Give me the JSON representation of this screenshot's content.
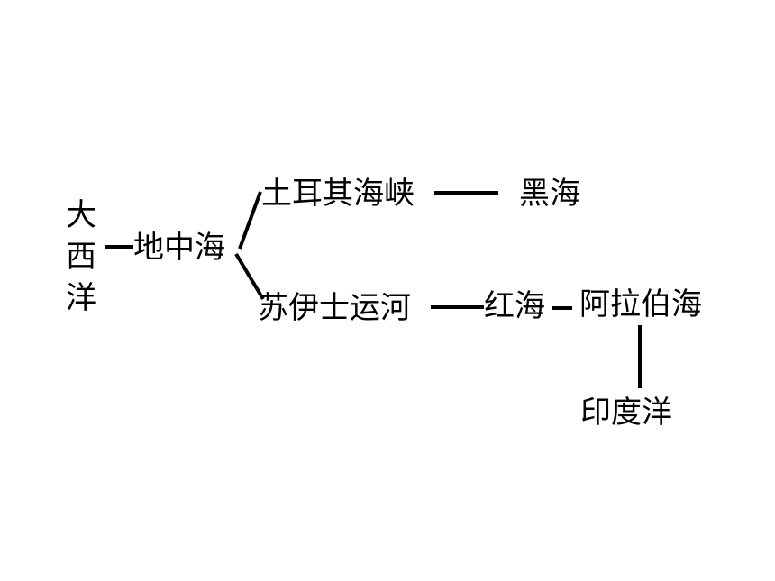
{
  "diagram": {
    "atlantic": [
      "大",
      "西",
      "洋"
    ],
    "mediterranean": "地中海",
    "turkish_straits": "土耳其海峡",
    "black_sea": "黑海",
    "suez_canal": "苏伊士运河",
    "red_sea": "红海",
    "arabian_sea": "阿拉伯海",
    "indian_ocean": "印度洋",
    "line_color": "#000000"
  }
}
